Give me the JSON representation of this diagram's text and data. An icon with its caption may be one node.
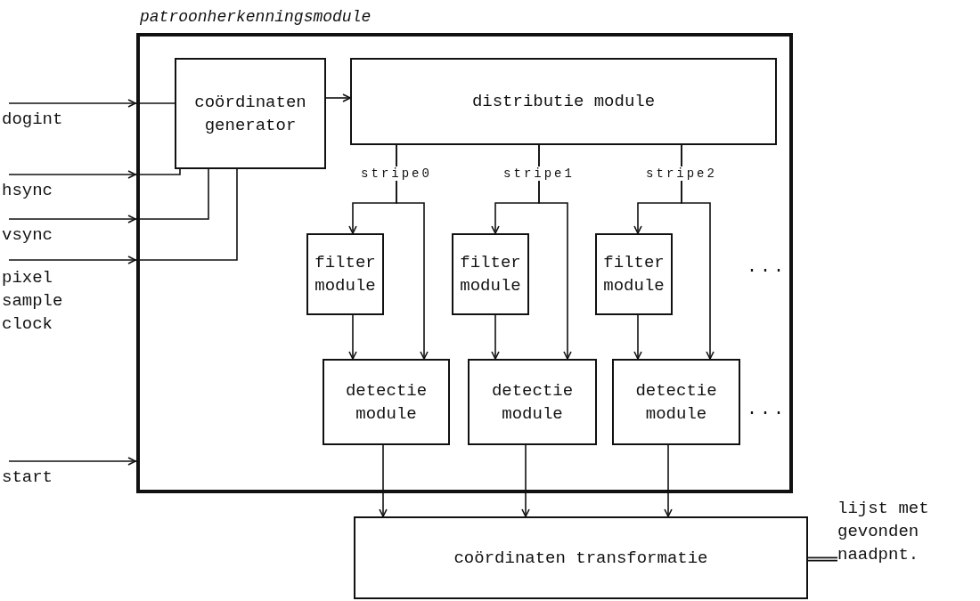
{
  "diagram": {
    "nodes": [
      {
        "text": [
          "patroonherkenningsmodule"
        ]
      },
      {
        "text": [
          "coördinaten generator"
        ],
        "in": 0
      },
      {
        "text": [
          "distributie module"
        ],
        "in": 0
      },
      {
        "text": [
          "filter module"
        ],
        "in": 0
      },
      {
        "text": [
          "filter module"
        ],
        "in": 0
      },
      {
        "text": [
          "filter module"
        ],
        "in": 0
      },
      {
        "text": [
          "detectie module"
        ],
        "in": 0
      },
      {
        "text": [
          "detectie module"
        ],
        "in": 0
      },
      {
        "text": [
          "detectie module"
        ],
        "in": 0
      },
      {
        "text": [
          "coördinaten transformatie"
        ]
      },
      {
        "text": [
          "lijst met gevonden naadpnt."
        ]
      },
      {
        "text": [
          "dogint"
        ]
      },
      {
        "text": [
          "hsync"
        ]
      },
      {
        "text": [
          "vsync"
        ]
      },
      {
        "text": [
          "pixel sample clock"
        ]
      },
      {
        "text": [
          "start"
        ]
      }
    ],
    "edges": [
      {
        "from": 11,
        "to": 1,
        "arrow": "to"
      },
      {
        "from": 12,
        "to": 1,
        "arrow": "to"
      },
      {
        "from": 13,
        "to": 1,
        "arrow": "to"
      },
      {
        "from": 14,
        "to": 1,
        "arrow": "to"
      },
      {
        "from": 15,
        "to": 0,
        "arrow": "to"
      },
      {
        "from": 1,
        "to": 2,
        "arrow": "to"
      },
      {
        "from": 2,
        "to": 3,
        "arrow": "to",
        "label": "stripe0"
      },
      {
        "from": 2,
        "to": 6,
        "arrow": "to"
      },
      {
        "from": 2,
        "to": 4,
        "arrow": "to",
        "label": "stripe1"
      },
      {
        "from": 2,
        "to": 7,
        "arrow": "to"
      },
      {
        "from": 2,
        "to": 5,
        "arrow": "to",
        "label": "stripe2"
      },
      {
        "from": 2,
        "to": 8,
        "arrow": "to"
      },
      {
        "from": 3,
        "to": 6,
        "arrow": "to"
      },
      {
        "from": 4,
        "to": 7,
        "arrow": "to"
      },
      {
        "from": 5,
        "to": 8,
        "arrow": "to"
      },
      {
        "from": 6,
        "to": 9,
        "arrow": "to"
      },
      {
        "from": 7,
        "to": 9,
        "arrow": "to"
      },
      {
        "from": 8,
        "to": 9,
        "arrow": "to"
      },
      {
        "from": 9,
        "to": 10,
        "arrow": "none",
        "style": "thick"
      }
    ],
    "labels": [
      "...",
      "..."
    ]
  }
}
